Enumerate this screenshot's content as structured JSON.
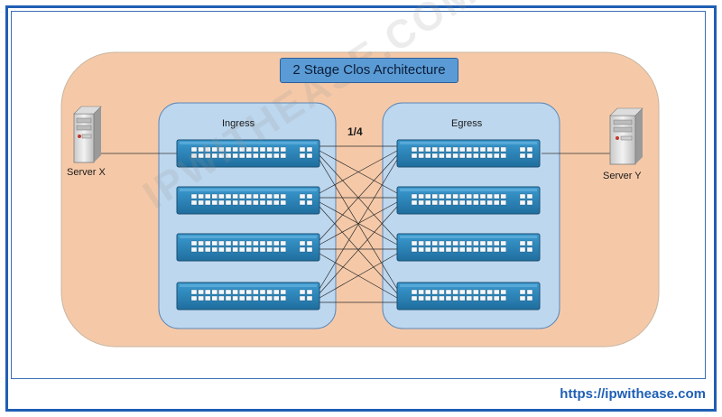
{
  "title": "2 Stage Clos Architecture",
  "stages": {
    "ingress": "Ingress",
    "egress": "Egress"
  },
  "link_ratio": "1/4",
  "servers": {
    "left": "Server X",
    "right": "Server Y"
  },
  "watermark": "IPWITHEASE.COM",
  "footer_url": "https://ipwithease.com",
  "colors": {
    "background_region": "#f5c9a8",
    "stage_fill": "#bdd7ee",
    "switch_fill": "#2e86b8",
    "title_fill": "#5b9bd5",
    "frame_border": "#1f5fb4"
  },
  "icons": {
    "server": "server-tower-icon",
    "switch": "network-switch-icon"
  }
}
